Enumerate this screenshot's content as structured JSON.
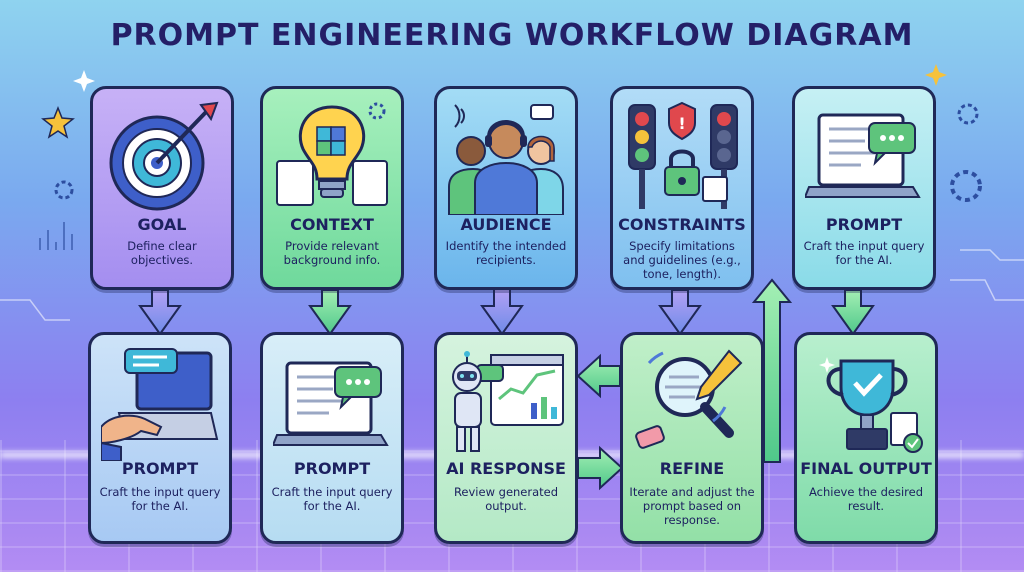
{
  "title": "PROMPT ENGINEERING WORKFLOW DIAGRAM",
  "top_row": [
    {
      "heading": "GOAL",
      "desc": "Define clear objectives.",
      "icon": "target-icon",
      "color": "#b79af0"
    },
    {
      "heading": "CONTEXT",
      "desc": "Provide relevant background info.",
      "icon": "lightbulb-puzzle-icon",
      "color": "#8fe3a8"
    },
    {
      "heading": "AUDIENCE",
      "desc": "Identify the intended recipients.",
      "icon": "people-headset-icon",
      "color": "#86c9ef"
    },
    {
      "heading": "CONSTRAINTS",
      "desc": "Specify limitations and guidelines (e.g., tone, length).",
      "icon": "traffic-light-lock-icon",
      "color": "#9fd2f3"
    },
    {
      "heading": "PROMPT",
      "desc": "Craft the input query for the AI.",
      "icon": "laptop-chat-icon",
      "color": "#a6e8f0"
    }
  ],
  "bottom_row": [
    {
      "heading": "PROMPT",
      "desc": "Craft the input query for the AI.",
      "icon": "typing-laptop-icon",
      "color": "#b9d8f6"
    },
    {
      "heading": "PROMPT",
      "desc": "Craft the input query for the AI.",
      "icon": "laptop-chat-icon",
      "color": "#c8e7f3"
    },
    {
      "heading": "AI RESPONSE",
      "desc": "Review generated output.",
      "icon": "robot-dashboard-icon",
      "color": "#c7f0d4"
    },
    {
      "heading": "REFINE",
      "desc": "Iterate and adjust the prompt based on response.",
      "icon": "magnifier-pencil-icon",
      "color": "#aee9b6"
    },
    {
      "heading": "FINAL OUTPUT",
      "desc": "Achieve the desired result.",
      "icon": "trophy-icon",
      "color": "#9fe6bd"
    }
  ]
}
